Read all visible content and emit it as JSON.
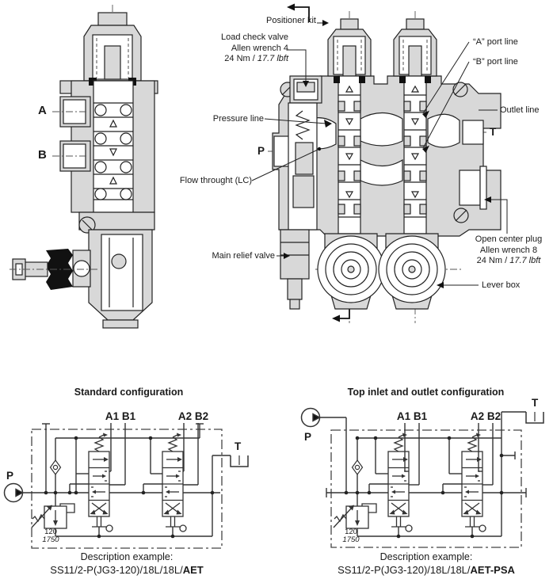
{
  "drawing": {
    "port_a": "A",
    "port_b": "B",
    "labels": {
      "positioner_kit": "Positioner kit",
      "load_check_1": "Load check valve",
      "load_check_2": "Allen wrench 4",
      "load_check_torque": "24 Nm / ",
      "load_check_torque_i": "17.7 lbft",
      "pressure_line": "Pressure line",
      "port_p": "P",
      "flow_through": "Flow throught (LC)",
      "main_relief": "Main relief valve",
      "a_port": "“A” port line",
      "b_port": "“B” port line",
      "outlet_line": "Outlet line",
      "port_t": "T",
      "open_center_1": "Open center plug",
      "open_center_2": "Allen wrench 8",
      "open_center_torque": "24 Nm / ",
      "open_center_torque_i": "17.7 lbft",
      "lever_box": "Lever box"
    }
  },
  "schematics": {
    "standard": {
      "title": "Standard configuration",
      "a1b1": "A1 B1",
      "a2b2": "A2 B2",
      "p": "P",
      "t": "T",
      "relief_primary": "120",
      "relief_secondary": "1750",
      "desc_label": "Description example:",
      "desc_base": "SS11/2-P(JG3-120)/18L/18L/",
      "desc_suffix": "AET"
    },
    "top_inlet": {
      "title": "Top inlet and outlet configuration",
      "a1b1": "A1 B1",
      "a2b2": "A2 B2",
      "p": "P",
      "t": "T",
      "relief_primary": "120",
      "relief_secondary": "1750",
      "desc_label": "Description example:",
      "desc_base": "SS11/2-P(JG3-120)/18L/18L/",
      "desc_suffix": "AET-PSA"
    }
  }
}
